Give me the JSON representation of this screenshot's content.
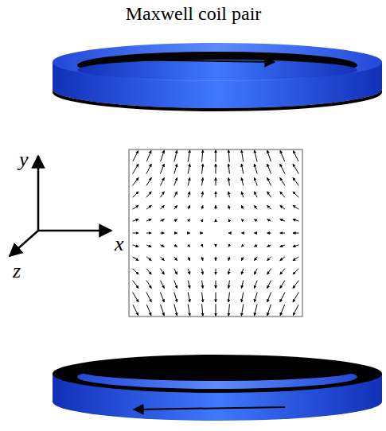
{
  "diagram": {
    "title": "Maxwell coil pair",
    "labels": [
      "y",
      "x",
      "z"
    ]
  }
}
